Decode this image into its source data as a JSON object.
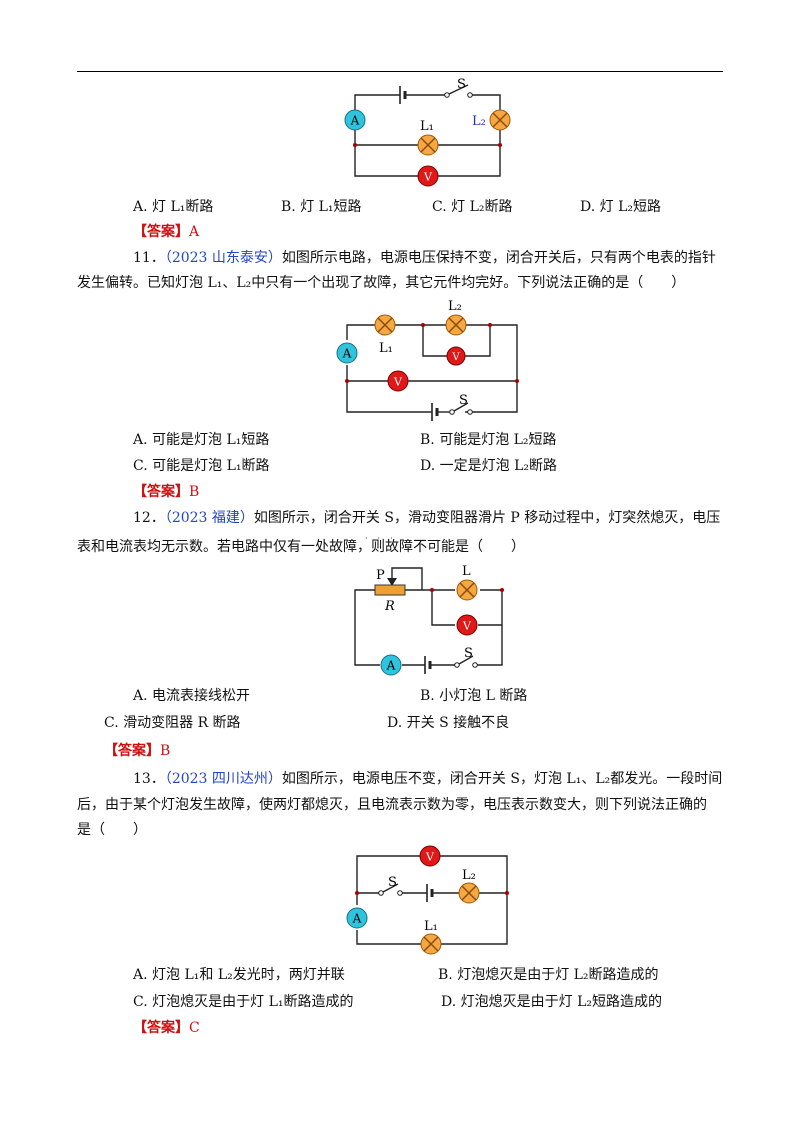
{
  "top_options": {
    "a": "A. 灯 L₁断路",
    "b": "B. 灯 L₁短路",
    "c": "C. 灯 L₂断路",
    "d": "D. 灯 L₂短路"
  },
  "top_answer": {
    "label": "【答案】",
    "value": "A"
  },
  "q11": {
    "number": "11．",
    "source": "（2023 山东泰安）",
    "line1": "如图所示电路，电源电压保持不变，闭合开关后，只有两个电表的指针",
    "line2": "发生偏转。已知灯泡 L₁、L₂中只有一个出现了故障，其它元件均完好。下列说法正确的是（　　）",
    "options": {
      "a": "A. 可能是灯泡 L₁短路",
      "b": "B. 可能是灯泡 L₂短路",
      "c": "C. 可能是灯泡 L₁断路",
      "d": "D. 一定是灯泡 L₂断路"
    },
    "answer": {
      "label": "【答案】",
      "value": "B"
    }
  },
  "q12": {
    "number": "12．",
    "source": "（2023 福建）",
    "line1": "如图所示，闭合开关 S，滑动变阻器滑片 P 移动过程中，灯突然熄灭，电压",
    "line2": "表和电流表均无示数。若电路中仅有一处故障，则故障不可能是（　　）",
    "options": {
      "a": "A. 电流表接线松开",
      "b": "B. 小灯泡 L 断路",
      "c": "C. 滑动变阻器 R 断路",
      "d": "D. 开关 S 接触不良"
    },
    "answer": {
      "label": "【答案】",
      "value": "B"
    }
  },
  "q13": {
    "number": "13．",
    "source": "（2023 四川达州）",
    "line1": "如图所示，电源电压不变，闭合开关 S，灯泡 L₁、L₂都发光。一段时间",
    "line2": "后，由于某个灯泡发生故障，使两灯都熄灭，且电流表示数为零，电压表示数变大，则下列说法正确的",
    "line3": "是（　　）",
    "options": {
      "a": "A. 灯泡 L₁和 L₂发光时，两灯并联",
      "b": "B. 灯泡熄灭是由于灯 L₂断路造成的",
      "c": "C. 灯泡熄灭是由于灯 L₁断路造成的",
      "d": "D. 灯泡熄灭是由于灯 L₂短路造成的"
    },
    "answer": {
      "label": "【答案】",
      "value": "C"
    }
  },
  "symbols": {
    "ammeter": "A",
    "voltmeter": "V",
    "switch": "S",
    "lamp1": "L₁",
    "lamp2": "L₂",
    "lamp": "L",
    "slider": "P",
    "rheostat": "R"
  },
  "colors": {
    "ammeter": "#2ec4dd",
    "voltmeter": "#e01818",
    "lamp": "#f4a742",
    "rheostat": "#f0a030",
    "answer": "#d01010",
    "source": "#2244cc"
  }
}
